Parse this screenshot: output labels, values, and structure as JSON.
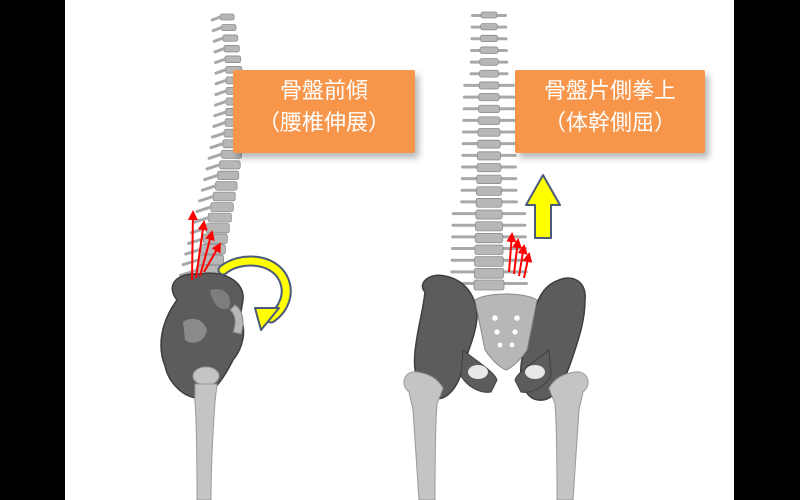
{
  "slide": {
    "background": "#ffffff",
    "frame_color": "#000000"
  },
  "left_panel": {
    "caption_line1": "骨盤前傾",
    "caption_line2": "（腰椎伸展）",
    "caption_color": "#f7964b",
    "rotation_arrow_color": "#ffff00",
    "muscle_arrow_color": "#ff0000"
  },
  "right_panel": {
    "caption_line1": "骨盤片側拳上",
    "caption_line2": "（体幹側屈）",
    "caption_color": "#f7964b",
    "lift_arrow_color": "#ffff00",
    "muscle_arrow_color": "#ff0000"
  },
  "bone_colors": {
    "spine": "#b7b7b7",
    "pelvis": "#5c5c5f",
    "femur": "#c4c4c4"
  }
}
